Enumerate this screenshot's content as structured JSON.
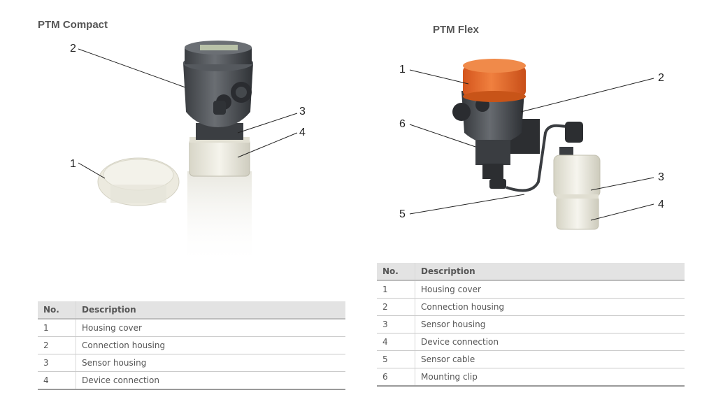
{
  "left": {
    "title": "PTM Compact",
    "callouts": [
      "2",
      "3",
      "4",
      "1"
    ],
    "table": {
      "headers": [
        "No.",
        "Description"
      ],
      "rows": [
        [
          "1",
          "Housing cover"
        ],
        [
          "2",
          "Connection housing"
        ],
        [
          "3",
          "Sensor housing"
        ],
        [
          "4",
          "Device connection"
        ]
      ]
    }
  },
  "right": {
    "title": "PTM Flex",
    "callouts": [
      "1",
      "2",
      "6",
      "3",
      "4",
      "5"
    ],
    "table": {
      "headers": [
        "No.",
        "Description"
      ],
      "rows": [
        [
          "1",
          "Housing cover"
        ],
        [
          "2",
          "Connection housing"
        ],
        [
          "3",
          "Sensor housing"
        ],
        [
          "4",
          "Device connection"
        ],
        [
          "5",
          "Sensor cable"
        ],
        [
          "6",
          "Mounting clip"
        ]
      ]
    }
  },
  "colors": {
    "cap_orange": "#e8692a",
    "housing_dark": "#4a4e52",
    "sensor_cream": "#ecebdf",
    "cover_clear": "#eceadf"
  }
}
